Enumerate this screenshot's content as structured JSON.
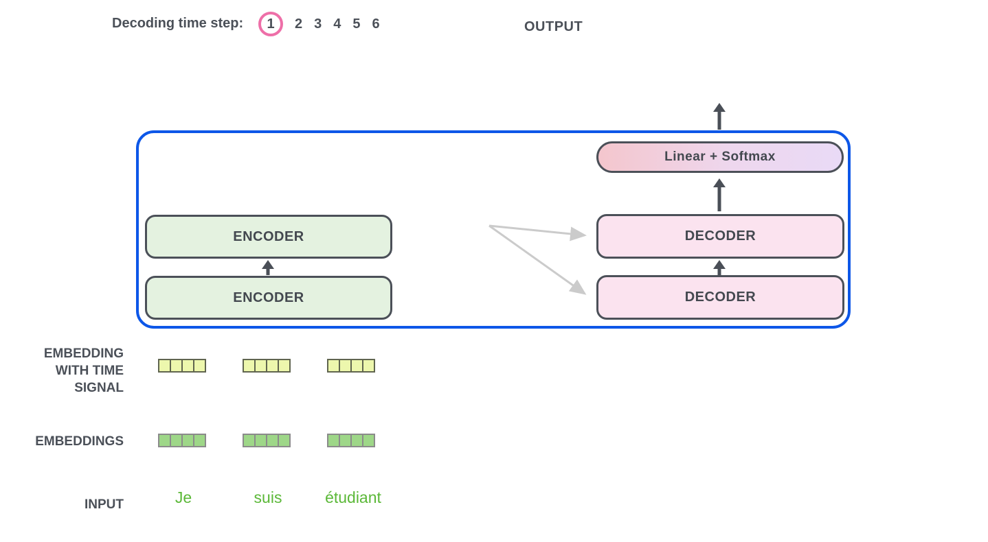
{
  "header": {
    "decoding_label": "Decoding time step:",
    "steps": [
      "1",
      "2",
      "3",
      "4",
      "5",
      "6"
    ],
    "active_step": "1",
    "output_label": "OUTPUT"
  },
  "model": {
    "encoders": [
      "ENCODER",
      "ENCODER"
    ],
    "decoders": [
      "DECODER",
      "DECODER"
    ],
    "linear_softmax": "Linear + Softmax"
  },
  "left_labels": {
    "embedding_time_lines": [
      "EMBEDDING",
      "WITH TIME",
      "SIGNAL"
    ],
    "embeddings": "EMBEDDINGS",
    "input": "INPUT"
  },
  "input_tokens": [
    "Je",
    "suis",
    "étudiant"
  ],
  "embedding_cells": {
    "groups": 3,
    "cells_per_group": 4
  },
  "colors": {
    "container_border": "#0d57e8",
    "active_step_ring": "#ee6fa8",
    "encoder_fill": "#e4f2e0",
    "decoder_fill": "#fbe3ef",
    "linear_gradient_left": "#f4c6cd",
    "linear_gradient_right": "#e9daf6",
    "time_signal_cell_fill": "#edf7ad",
    "embedding_cell_fill": "#9ed788",
    "input_token_text": "#5bb838",
    "dark_text": "#4b5058",
    "cross_attention_arrow": "#cbcbcb"
  }
}
